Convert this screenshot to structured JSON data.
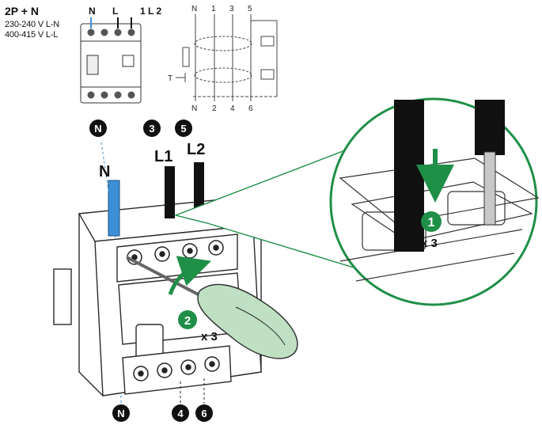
{
  "spec": {
    "title": "2P + N",
    "voltage_ln": "230-240 V L-N",
    "voltage_ll": "400-415 V L-L"
  },
  "device_top_labels": [
    "N",
    "L",
    "1 L 2"
  ],
  "schematic": {
    "top_labels": [
      "N",
      "1",
      "3",
      "5"
    ],
    "bottom_labels": [
      "N",
      "2",
      "4",
      "6"
    ],
    "test_label": "T"
  },
  "terminals": {
    "top": [
      {
        "badge": "N",
        "cable": "N"
      },
      {
        "badge": "3",
        "cable": "L1"
      },
      {
        "badge": "5",
        "cable": "L2"
      }
    ],
    "bottom": [
      "N",
      "4",
      "6"
    ]
  },
  "steps": [
    {
      "number": "1",
      "count": "x 3"
    },
    {
      "number": "2",
      "count": "x 3"
    }
  ],
  "colors": {
    "neutral_cable": "#3d8fd6",
    "phase_cable": "#111111",
    "step_green": "#1f8f47",
    "screwdriver": "#bfe0c2",
    "outline": "#2b2b2b"
  },
  "icons": [
    "insert-arrow-icon",
    "tighten-arrow-icon"
  ]
}
